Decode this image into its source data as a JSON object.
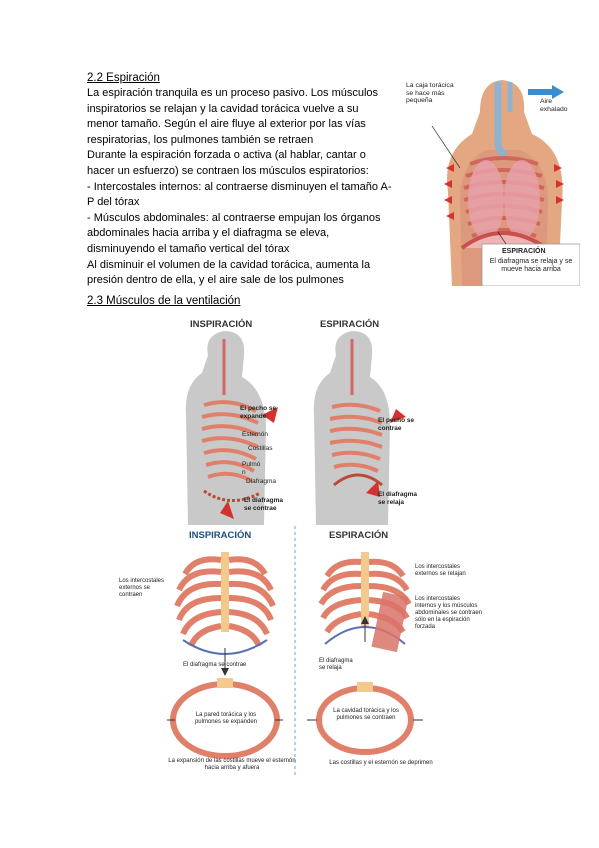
{
  "section_2_2": {
    "title": "2.2 Espiración",
    "paragraphs": [
      "La espiración tranquila es un proceso pasivo. Los músculos inspiratorios se relajan y la cavidad torácica vuelve a su menor tamaño. Según el aire fluye al exterior por las vías respiratorias, los pulmones también se retraen",
      "Durante la espiración forzada o activa (al hablar, cantar o hacer un esfuerzo) se contraen los músculos espiratorios:",
      "- Intercostales internos: al contraerse disminuyen el tamaño A-P del tórax",
      "- Músculos abdominales: al contraerse empujan los órganos abdominales hacia arriba y el diafragma se eleva, disminuyendo el tamaño vertical del tórax",
      "Al disminuir el volumen de la cavidad torácica, aumenta la presión dentro de ella, y el aire sale de los pulmones"
    ]
  },
  "figure_top": {
    "label_caja": "La caja torácica se hace más pequeña",
    "label_aire": "Aire exhalado",
    "box_title": "ESPIRACIÓN",
    "box_text": "El diafragma se relaja y se mueve hacia arriba"
  },
  "section_2_3": {
    "title": "2.3 Músculos de la ventilación"
  },
  "figure_middle": {
    "title_left": "INSPIRACIÓN",
    "title_right": "ESPIRACIÓN",
    "left_labels": {
      "pecho": "El pecho se expande",
      "esternon": "Esternón",
      "costillas": "Costillas",
      "pulmon": "Pulmó n",
      "diafragma": "Diafragma",
      "diafragma_contrae": "El diafragma se contrae"
    },
    "right_labels": {
      "pecho": "El pecho se contrae",
      "diafragma_relaja": "El diafragma se relaja"
    }
  },
  "figure_bottom": {
    "title_left": "INSPIRACIÓN",
    "title_right": "ESPIRACIÓN",
    "left": {
      "intercostales": "Los intercostales externos se contraen",
      "diafragma": "El diafragma se contrae",
      "pared": "La pared torácica y los pulmones se expanden",
      "caption": "La expansión de las costillas mueve el esternón hacia arriba y afuera"
    },
    "right": {
      "intercostales_ext": "Los intercostales externos se relajan",
      "intercostales_int": "Los intercostales internos y los músculos abdominales se contraen sólo en la espiración forzada",
      "diafragma": "El diafragma se relaja",
      "cavidad": "La cavidad torácica y los pulmones se contraen",
      "caption": "Las costillas y el esternón se deprimen"
    }
  },
  "colors": {
    "rib": "#e0806a",
    "rib_dark": "#b94a38",
    "lung": "#e7a0a8",
    "body": "#c9c9c9",
    "skin": "#e3a882",
    "cartilage": "#9cc7e6",
    "bone": "#f3c98e",
    "arrow": "#d2332f"
  }
}
